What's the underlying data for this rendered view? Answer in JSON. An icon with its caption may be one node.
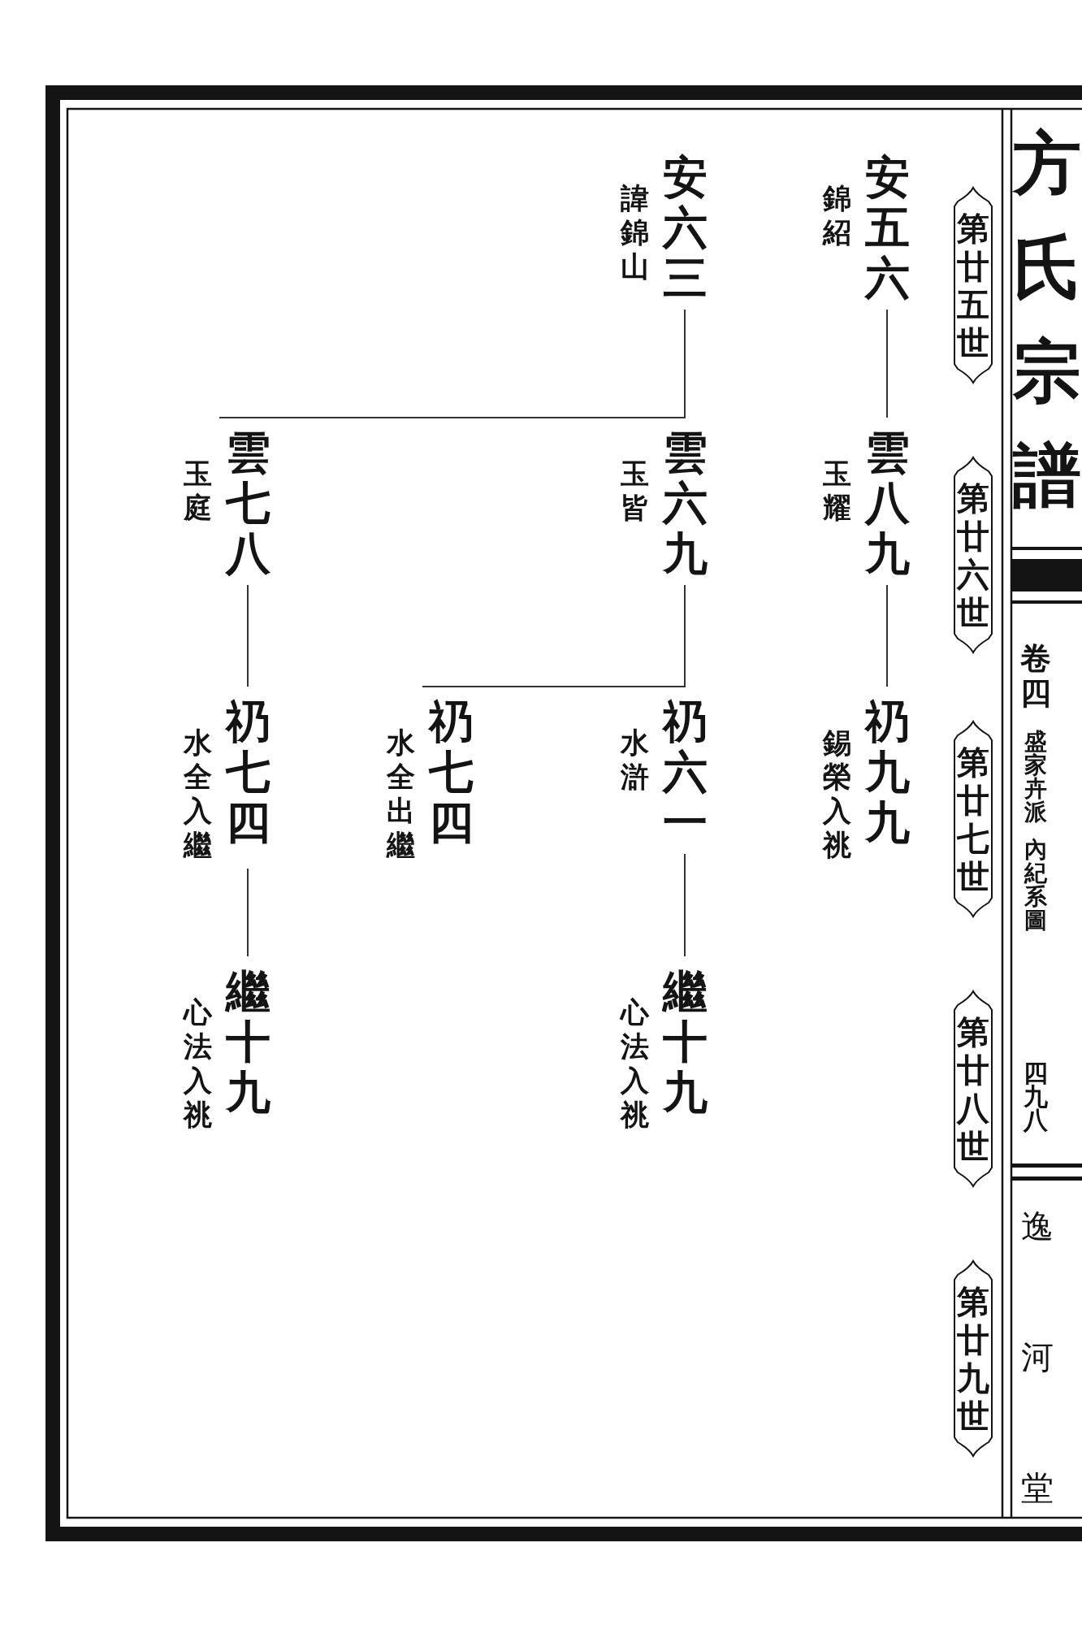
{
  "diagram": {
    "title": "方氏宗譜",
    "nodes": [
      {
        "text": [
          "第廿五世"
        ]
      },
      {
        "text": [
          "第廿六世"
        ]
      },
      {
        "text": [
          "第廿七世"
        ]
      },
      {
        "text": [
          "第廿八世"
        ]
      },
      {
        "text": [
          "第廿九世"
        ]
      },
      {
        "text": [
          "安五六"
        ],
        "beside": [
          "錦紹"
        ]
      },
      {
        "text": [
          "雲八九"
        ],
        "beside": [
          "玉耀"
        ]
      },
      {
        "text": [
          "礽九九"
        ],
        "beside": [
          "錫榮入祧"
        ]
      },
      {
        "text": [
          "安六三"
        ],
        "beside": [
          "諱錦山"
        ]
      },
      {
        "text": [
          "雲六九"
        ],
        "beside": [
          "玉皆"
        ]
      },
      {
        "text": [
          "礽六一"
        ],
        "beside": [
          "水滸"
        ]
      },
      {
        "text": [
          "繼十九"
        ],
        "beside": [
          "心法入祧"
        ]
      },
      {
        "text": [
          "礽七四"
        ],
        "beside": [
          "水全出繼"
        ]
      },
      {
        "text": [
          "雲七八"
        ],
        "beside": [
          "玉庭"
        ]
      },
      {
        "text": [
          "礽七四"
        ],
        "beside": [
          "水全入繼"
        ]
      },
      {
        "text": [
          "繼十九"
        ],
        "beside": [
          "心法入祧"
        ]
      }
    ],
    "edges": [
      {
        "from": 5,
        "to": 6,
        "arrow": "none"
      },
      {
        "from": 6,
        "to": 7,
        "arrow": "none"
      },
      {
        "from": 8,
        "to": 9,
        "arrow": "none"
      },
      {
        "from": 8,
        "to": 13,
        "arrow": "none"
      },
      {
        "from": 9,
        "to": 10,
        "arrow": "none"
      },
      {
        "from": 9,
        "to": 12,
        "arrow": "none"
      },
      {
        "from": 10,
        "to": 11,
        "arrow": "none"
      },
      {
        "from": 13,
        "to": 14,
        "arrow": "none"
      },
      {
        "from": 14,
        "to": 15,
        "arrow": "none"
      }
    ],
    "labels": [
      "卷四",
      "盛家卉派",
      "內紀系圖",
      "四九八",
      "逸河堂"
    ]
  }
}
